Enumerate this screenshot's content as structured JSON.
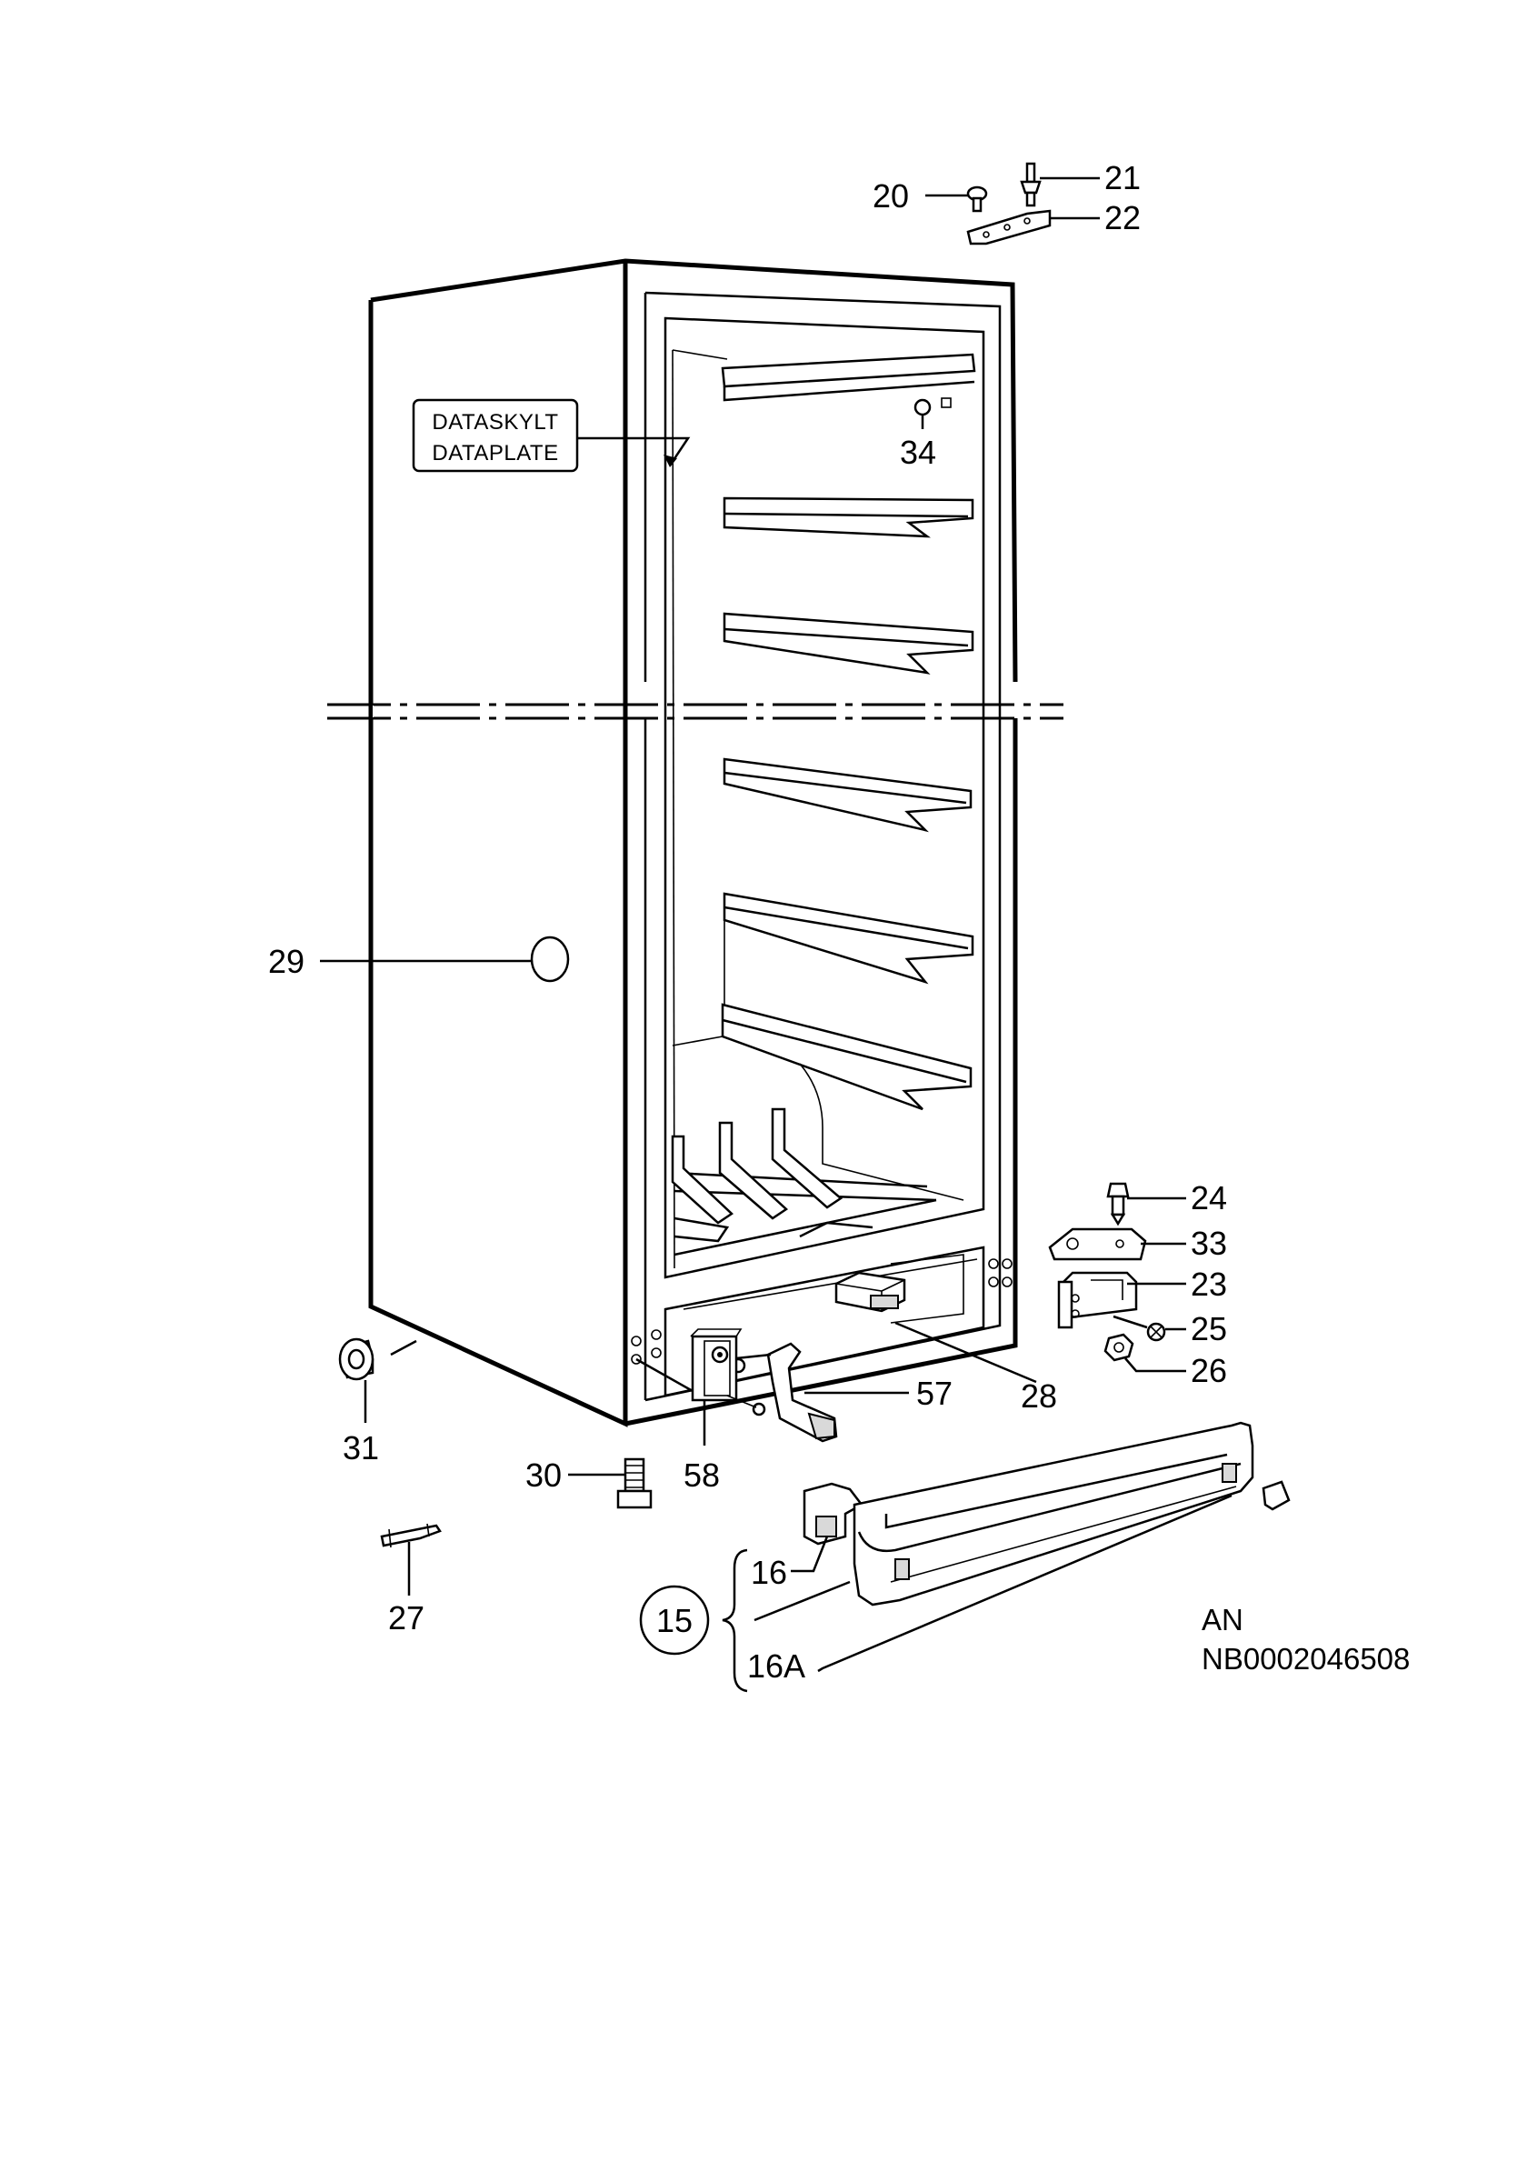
{
  "labels": {
    "p20": "20",
    "p21": "21",
    "p22": "22",
    "p34": "34",
    "p29": "29",
    "p24": "24",
    "p33": "33",
    "p23": "23",
    "p25": "25",
    "p26": "26",
    "p28": "28",
    "p57": "57",
    "p58": "58",
    "p31": "31",
    "p30": "30",
    "p27": "27",
    "p16": "16",
    "p16a": "16A",
    "p15": "15"
  },
  "data_plate": {
    "line1": "DATASKYLT",
    "line2": "DATAPLATE"
  },
  "drawing_code": {
    "line1": "AN",
    "line2": "NB0002046508"
  }
}
